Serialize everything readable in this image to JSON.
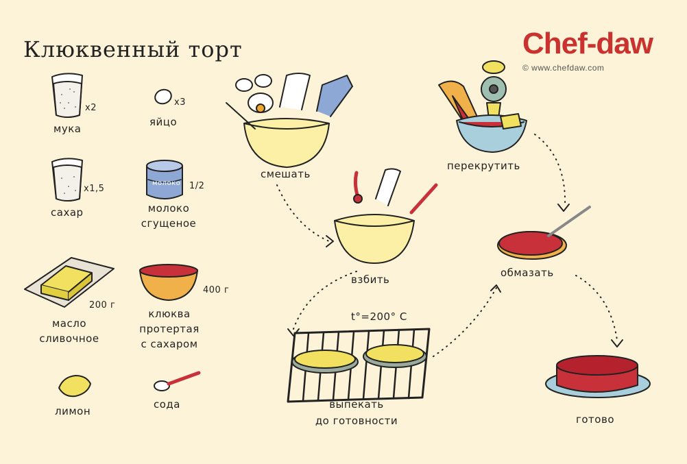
{
  "title": "Клюквенный торт",
  "brand": {
    "logo": "Chef-daw",
    "url": "© www.chefdaw.com"
  },
  "ingredients": [
    {
      "name": "мука",
      "qty": "x2"
    },
    {
      "name": "яйцо",
      "qty": "x3"
    },
    {
      "name": "сахар",
      "qty": "x1,5"
    },
    {
      "name_line1": "молоко",
      "name_line2": "сгущеное",
      "qty": "1/2",
      "can_text": "молоко"
    },
    {
      "name_line1": "масло",
      "name_line2": "сливочное",
      "qty": "200 г"
    },
    {
      "name_line1": "клюква",
      "name_line2": "протертая",
      "name_line3": "с сахаром",
      "qty": "400 г"
    },
    {
      "name": "лимон"
    },
    {
      "name": "сода"
    }
  ],
  "steps": {
    "mix": "смешать",
    "grind": "перекрутить",
    "whisk": "взбить",
    "spread": "обмазать",
    "temperature": "t°=200° C",
    "bake_line1": "выпекать",
    "bake_line2": "до готовности",
    "done": "готово"
  },
  "colors": {
    "background": "#fcf3d9",
    "logo": "#c9322f",
    "cranberry": "#c8303a",
    "butter": "#f2e060",
    "bowl": "#fbf0a6",
    "bowl_blue": "#a9cfdc"
  }
}
